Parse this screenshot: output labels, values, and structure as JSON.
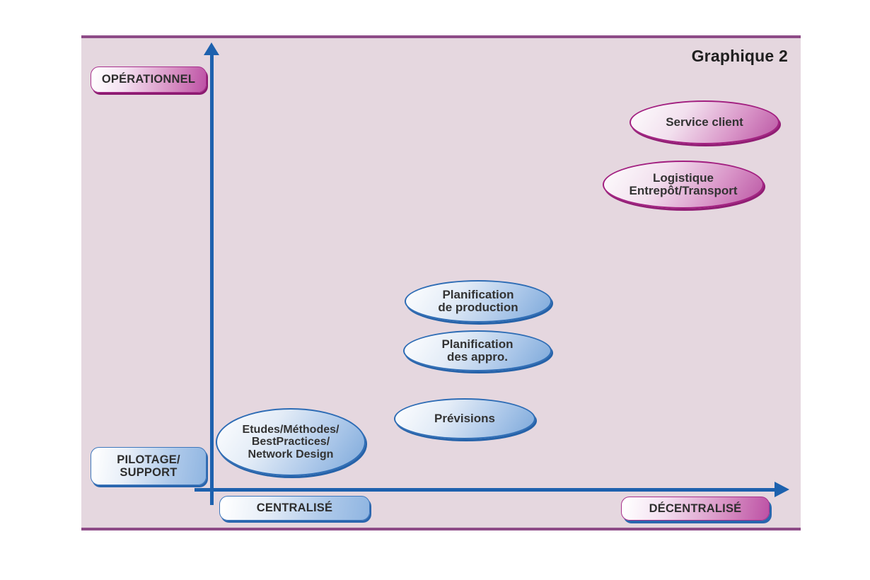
{
  "title": "Graphique 2",
  "axes": {
    "y_axis_top": "OPÉRATIONNEL",
    "y_axis_bottom_line1": "PILOTAGE/",
    "y_axis_bottom_line2": "SUPPORT",
    "x_axis_left": "CENTRALISÉ",
    "x_axis_right": "DÉCENTRALISÉ"
  },
  "bubbles": {
    "service_client": {
      "line1": "Service client"
    },
    "logistique": {
      "line1": "Logistique",
      "line2": "Entrepôt/Transport"
    },
    "planification_production": {
      "line1": "Planification",
      "line2": "de production"
    },
    "planification_appro": {
      "line1": "Planification",
      "line2": "des appro."
    },
    "previsions": {
      "line1": "Prévisions"
    },
    "etudes": {
      "line1": "Etudes/Méthodes/",
      "line2": "BestPractices/",
      "line3": "Network Design"
    }
  },
  "colors": {
    "panel_background": "#e5d7df",
    "panel_border": "#8e4b87",
    "axis_blue": "#1d61ae",
    "bubble_pink_border": "#a21f80",
    "bubble_blue_border": "#2d6cb5",
    "text": "#2e2e2e"
  }
}
